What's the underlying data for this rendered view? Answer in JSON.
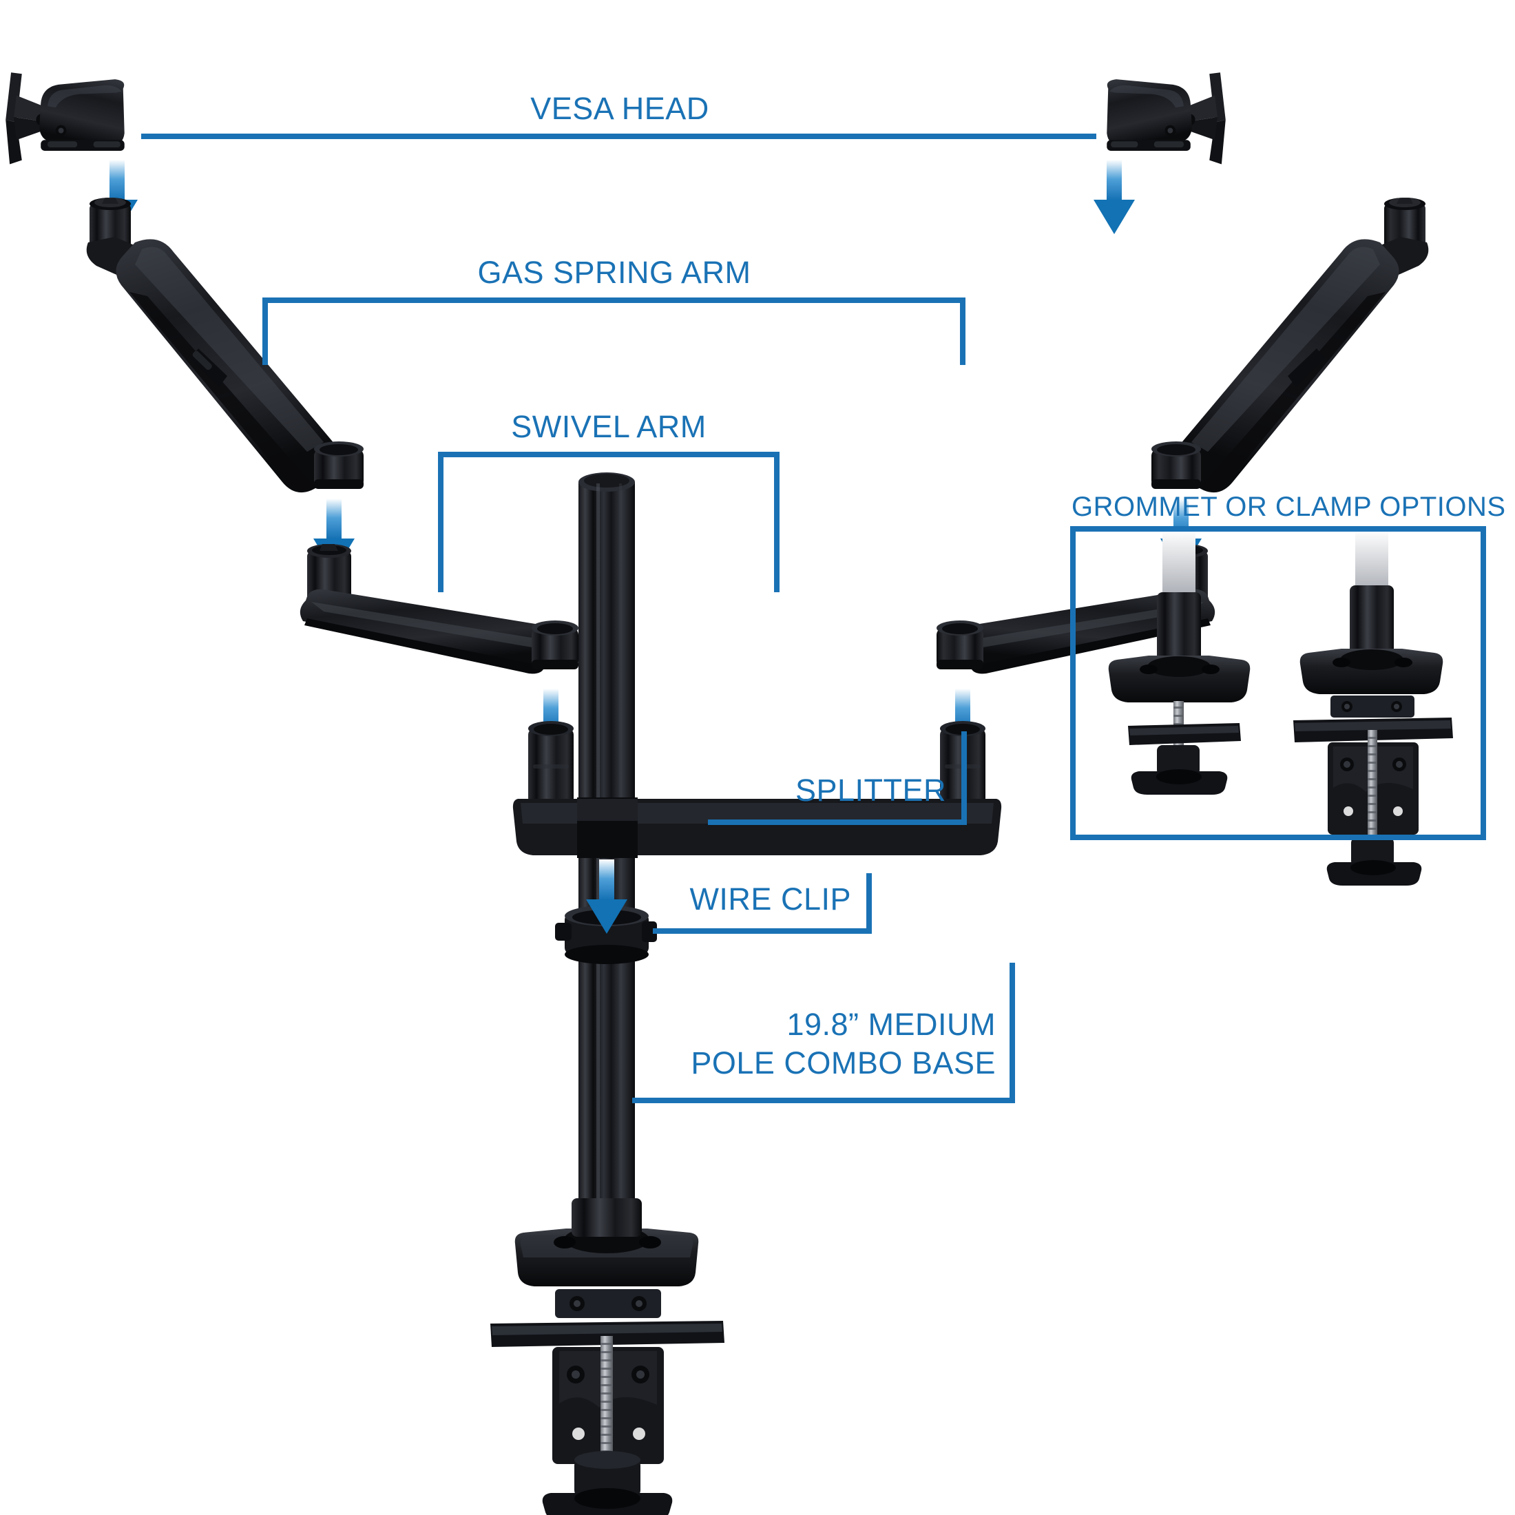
{
  "diagram": {
    "title": "Dual Monitor Gas Spring Desk Mount Exploded Parts Diagram",
    "accent_color": "#1a72b5",
    "part_color": "#15161a",
    "background": "#ffffff"
  },
  "labels": {
    "vesa_head": "VESA HEAD",
    "gas_spring_arm": "GAS SPRING ARM",
    "swivel_arm": "SWIVEL ARM",
    "splitter": "SPLITTER",
    "wire_clip": "WIRE CLIP",
    "pole_base_line1": "19.8” MEDIUM",
    "pole_base_line2": "POLE COMBO BASE",
    "grommet_box_title": "GROMMET OR CLAMP OPTIONS"
  },
  "parts": [
    {
      "id": "vesa-head-left",
      "name": "VESA HEAD",
      "side": "left"
    },
    {
      "id": "vesa-head-right",
      "name": "VESA HEAD",
      "side": "right"
    },
    {
      "id": "gas-spring-arm-left",
      "name": "GAS SPRING ARM",
      "side": "left"
    },
    {
      "id": "gas-spring-arm-right",
      "name": "GAS SPRING ARM",
      "side": "right"
    },
    {
      "id": "swivel-arm-left",
      "name": "SWIVEL ARM",
      "side": "left"
    },
    {
      "id": "swivel-arm-right",
      "name": "SWIVEL ARM",
      "side": "right"
    },
    {
      "id": "splitter",
      "name": "SPLITTER",
      "side": "center"
    },
    {
      "id": "wire-clip",
      "name": "WIRE CLIP",
      "side": "center"
    },
    {
      "id": "pole-combo-base",
      "name": "19.8” MEDIUM POLE COMBO BASE",
      "side": "center"
    }
  ],
  "mount_options": [
    {
      "id": "grommet-mount",
      "name": "Grommet mount"
    },
    {
      "id": "clamp-mount",
      "name": "C-clamp mount"
    }
  ],
  "assembly_arrows": [
    {
      "id": "arrow-vesa-left",
      "direction": "down"
    },
    {
      "id": "arrow-vesa-right",
      "direction": "down"
    },
    {
      "id": "arrow-swivel-left",
      "direction": "down"
    },
    {
      "id": "arrow-swivel-right",
      "direction": "down"
    },
    {
      "id": "arrow-splitter-left",
      "direction": "down"
    },
    {
      "id": "arrow-splitter-right",
      "direction": "down"
    },
    {
      "id": "arrow-wire-clip",
      "direction": "down"
    }
  ]
}
